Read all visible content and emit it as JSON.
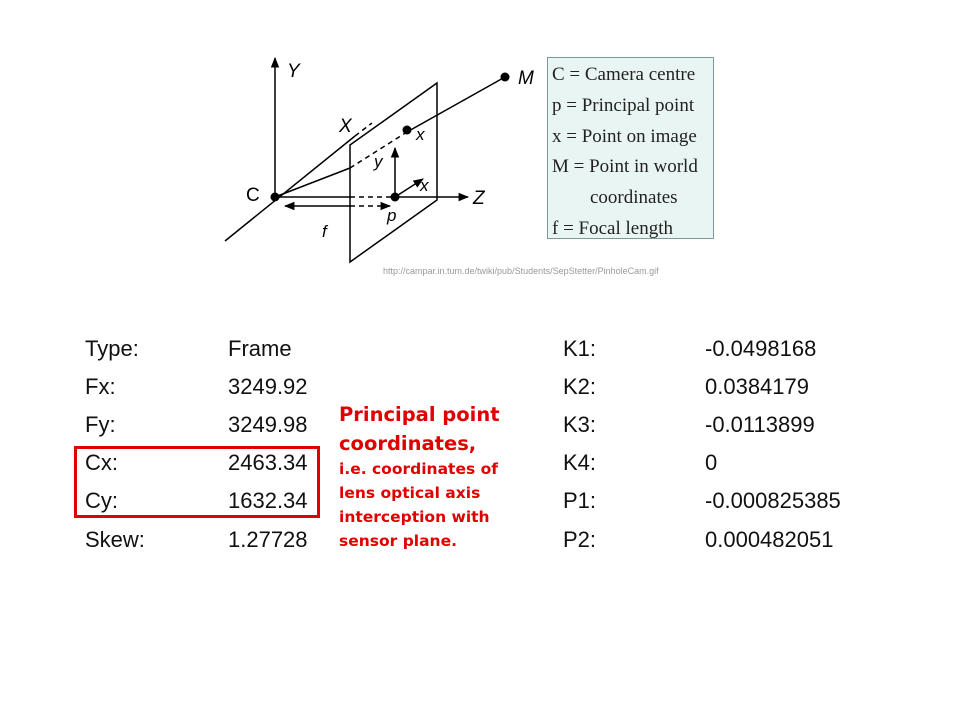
{
  "diagram": {
    "labels": {
      "y_axis": "Y",
      "x_axis": "X",
      "z_axis": "Z",
      "camera": "C",
      "world_point": "M",
      "image_point": "x",
      "image_y": "y",
      "image_x": "x",
      "principal": "p",
      "focal": "f"
    },
    "legend": [
      "C = Camera centre",
      "p = Principal point",
      "x = Point on image",
      "M = Point in world",
      "coordinates",
      "f = Focal length"
    ],
    "source_url": "http://campar.in.tum.de/twiki/pub/Students/SepStetter/PinholeCam.gif"
  },
  "parameters_left": [
    {
      "name": "Type:",
      "value": "Frame"
    },
    {
      "name": "Fx:",
      "value": "3249.92"
    },
    {
      "name": "Fy:",
      "value": "3249.98"
    },
    {
      "name": "Cx:",
      "value": "2463.34"
    },
    {
      "name": "Cy:",
      "value": "1632.34"
    },
    {
      "name": "Skew:",
      "value": "1.27728"
    }
  ],
  "parameters_right": [
    {
      "name": "K1:",
      "value": "-0.0498168"
    },
    {
      "name": "K2:",
      "value": "0.0384179"
    },
    {
      "name": "K3:",
      "value": "-0.0113899"
    },
    {
      "name": "K4:",
      "value": "0"
    },
    {
      "name": "P1:",
      "value": "-0.000825385"
    },
    {
      "name": "P2:",
      "value": "0.000482051"
    }
  ],
  "annotation": {
    "title_line1": "Principal point",
    "title_line2": "coordinates,",
    "body": [
      "i.e. coordinates of",
      "lens optical axis",
      "interception with",
      "sensor plane."
    ]
  },
  "colors": {
    "highlight": "#e00000",
    "legend_bg": "#e9f5f2"
  }
}
